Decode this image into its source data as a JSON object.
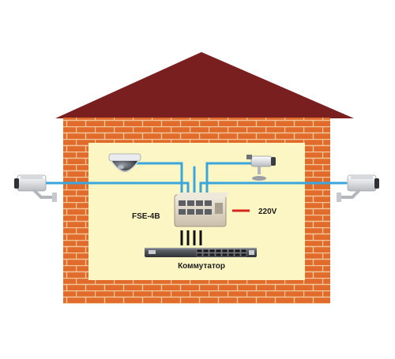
{
  "diagram": {
    "injector_label": "FSE-4B",
    "power_label": "220V",
    "switch_label": "Коммутатор"
  },
  "colors": {
    "roof": "#7a1f1f",
    "brick": "#e06b2a",
    "mortar": "#f3c59a",
    "interior": "#fcf6c4",
    "cable": "#3aa6dd",
    "power_line": "#d8261d",
    "ethernet": "#111111"
  },
  "icons": {
    "dome_camera": "dome-camera-icon",
    "box_camera": "box-camera-icon",
    "bullet_camera_left": "bullet-camera-icon",
    "bullet_camera_right": "bullet-camera-icon",
    "injector": "poe-injector-icon",
    "switch": "network-switch-icon"
  }
}
